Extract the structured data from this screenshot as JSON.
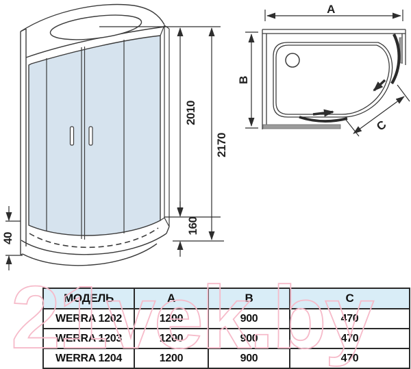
{
  "front_view": {
    "dims": {
      "door_height": "2010",
      "total_height": "2170",
      "tray_rim_height": "160",
      "base_height": "40"
    }
  },
  "top_view": {
    "dims": {
      "width": "A",
      "depth": "B",
      "corner": "C"
    }
  },
  "table": {
    "headers": {
      "model": "МОДЕЛЬ",
      "a": "A",
      "b": "B",
      "c": "C"
    },
    "rows": [
      {
        "model": "WERRA 1202",
        "a": "1200",
        "b": "900",
        "c": "470"
      },
      {
        "model": "WERRA 1203",
        "a": "1200",
        "b": "900",
        "c": "470"
      },
      {
        "model": "WERRA 1204",
        "a": "1200",
        "b": "900",
        "c": "470"
      }
    ]
  },
  "watermark": {
    "text": "21vek.by",
    "color": "#f6bac9"
  },
  "colors": {
    "line": "#3b3b3b",
    "glass": "#d6e3ee",
    "table_header_bg": "#d9edf7",
    "table_border": "#2a2a2a",
    "watermark_pink": "#f6bac9",
    "wall_bar_gray": "#9b9b9b"
  }
}
